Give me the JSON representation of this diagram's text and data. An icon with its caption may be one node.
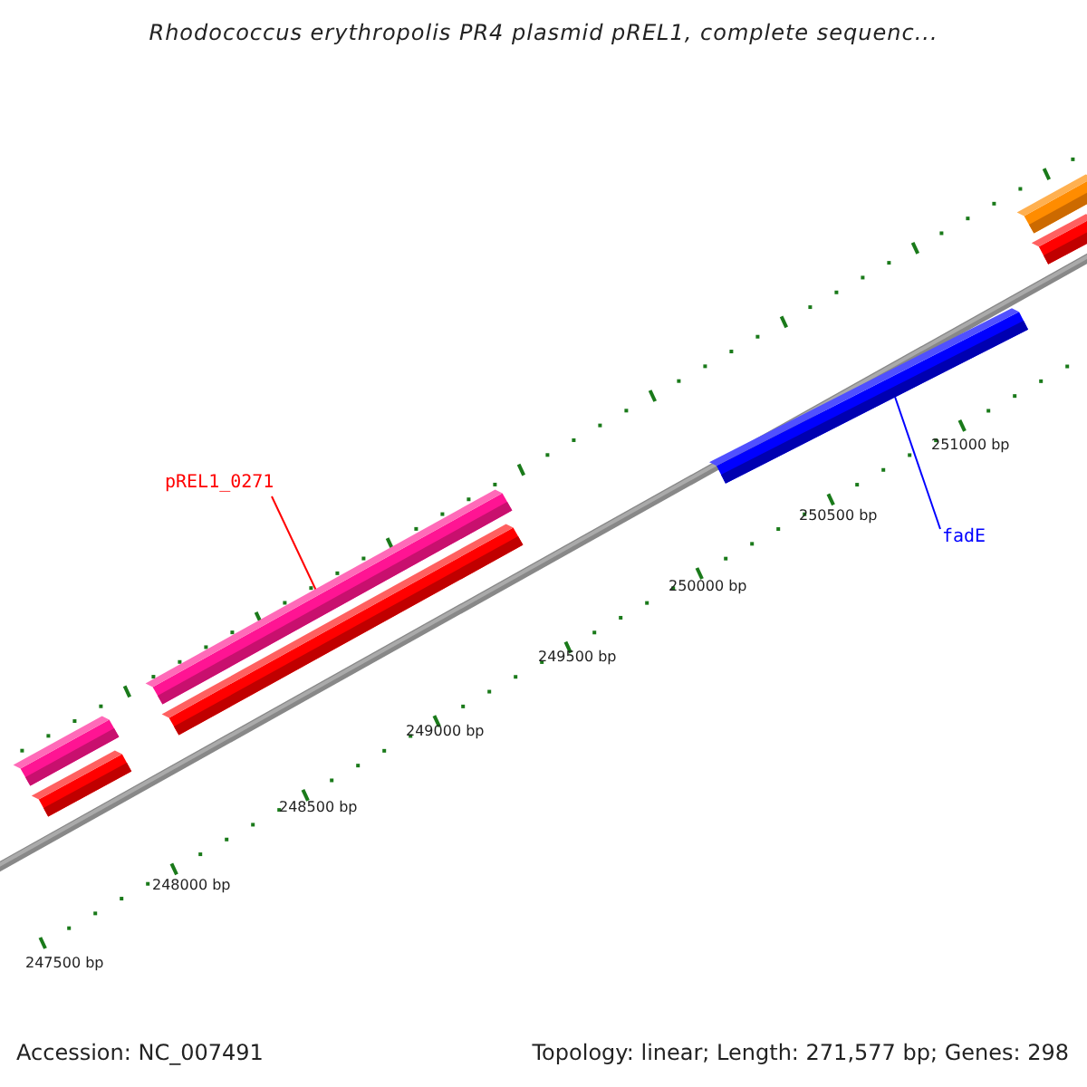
{
  "diagram": {
    "title": "Rhodococcus erythropolis PR4 plasmid pREL1, complete sequenc...",
    "nodes": [
      {
        "text": [
          "pREL1_0271"
        ]
      },
      {
        "text": [],
        "shape": "bar"
      },
      {
        "text": [
          "fadE"
        ]
      },
      {
        "text": [],
        "shape": "bar"
      }
    ],
    "edges": [
      {
        "from": 0,
        "to": 1,
        "arrow": "none",
        "color": "#ff0000"
      },
      {
        "from": 2,
        "to": 3,
        "arrow": "none",
        "color": "#0000ff"
      }
    ],
    "labels": [
      "251000 bp",
      "250500 bp",
      "250000 bp",
      "249500 bp",
      "249000 bp",
      "248500 bp",
      "248000 bp",
      "247500 bp",
      "Accession: NC_007491",
      "Topology: linear; Length: 271,577 bp; Genes: 298"
    ]
  }
}
